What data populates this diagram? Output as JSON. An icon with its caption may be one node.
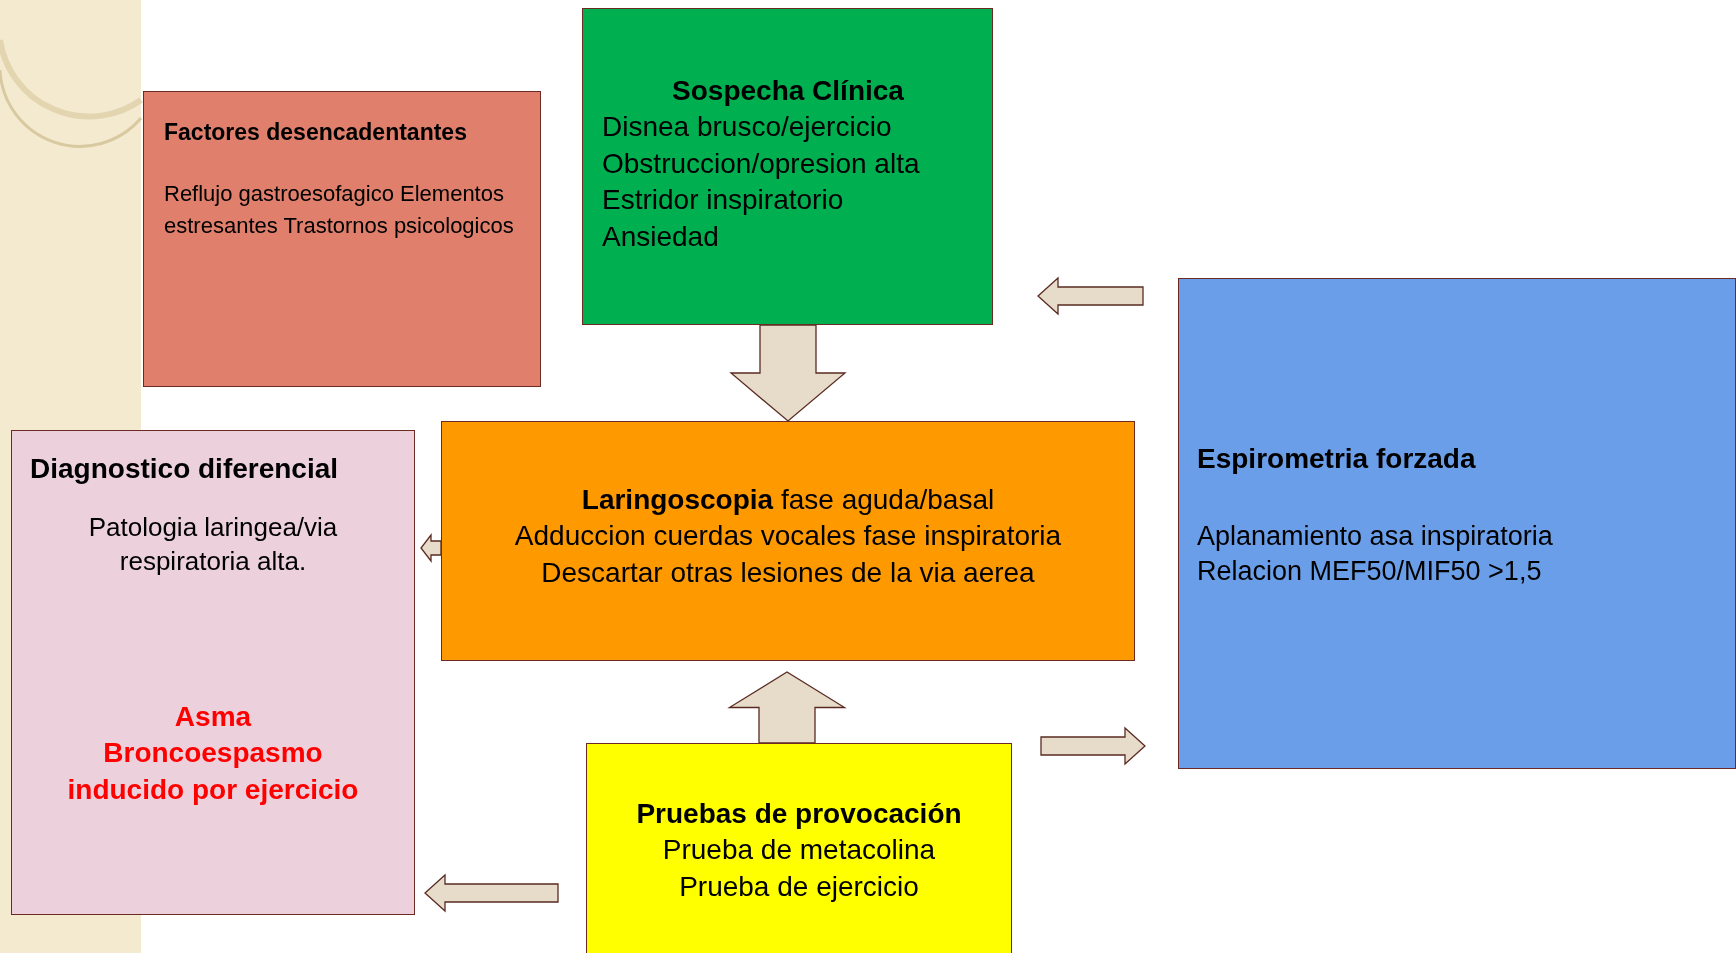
{
  "diagram": {
    "nodes": [
      {
        "text": [
          "Factores desencadentantes",
          "Reflujo gastroesofagico Elementos estresantes Trastornos psicologicos"
        ]
      },
      {
        "text": [
          "Sospecha Clínica",
          "Disnea brusco/ejercicio",
          "Obstruccion/opresion alta",
          "Estridor inspiratorio",
          "Ansiedad"
        ]
      },
      {
        "text": [
          "Diagnostico diferencial",
          "Patologia laringea/via respiratoria alta.",
          "Asma",
          "Broncoespasmo inducido por ejercicio"
        ]
      },
      {
        "text": [
          "**Laringoscopia** fase aguda/basal",
          "Adduccion cuerdas vocales fase inspiratoria",
          "Descartar otras lesiones de la via aerea"
        ]
      },
      {
        "text": [
          "Espirometria forzada",
          "Aplanamiento asa inspiratoria",
          "Relacion MEF50/MIF50 >1,5"
        ]
      },
      {
        "text": [
          "Pruebas de provocación",
          "Prueba de metacolina",
          "Prueba de ejercicio"
        ]
      }
    ],
    "edges": [
      {
        "from": 1,
        "to": 3,
        "arrow": "to"
      },
      {
        "from": 5,
        "to": 3,
        "arrow": "to"
      },
      {
        "from": 3,
        "to": 2,
        "arrow": "to"
      },
      {
        "from": 4,
        "to": 1,
        "arrow": "to"
      },
      {
        "from": 5,
        "to": 4,
        "arrow": "to"
      },
      {
        "from": 5,
        "to": 2,
        "arrow": "to"
      }
    ]
  }
}
